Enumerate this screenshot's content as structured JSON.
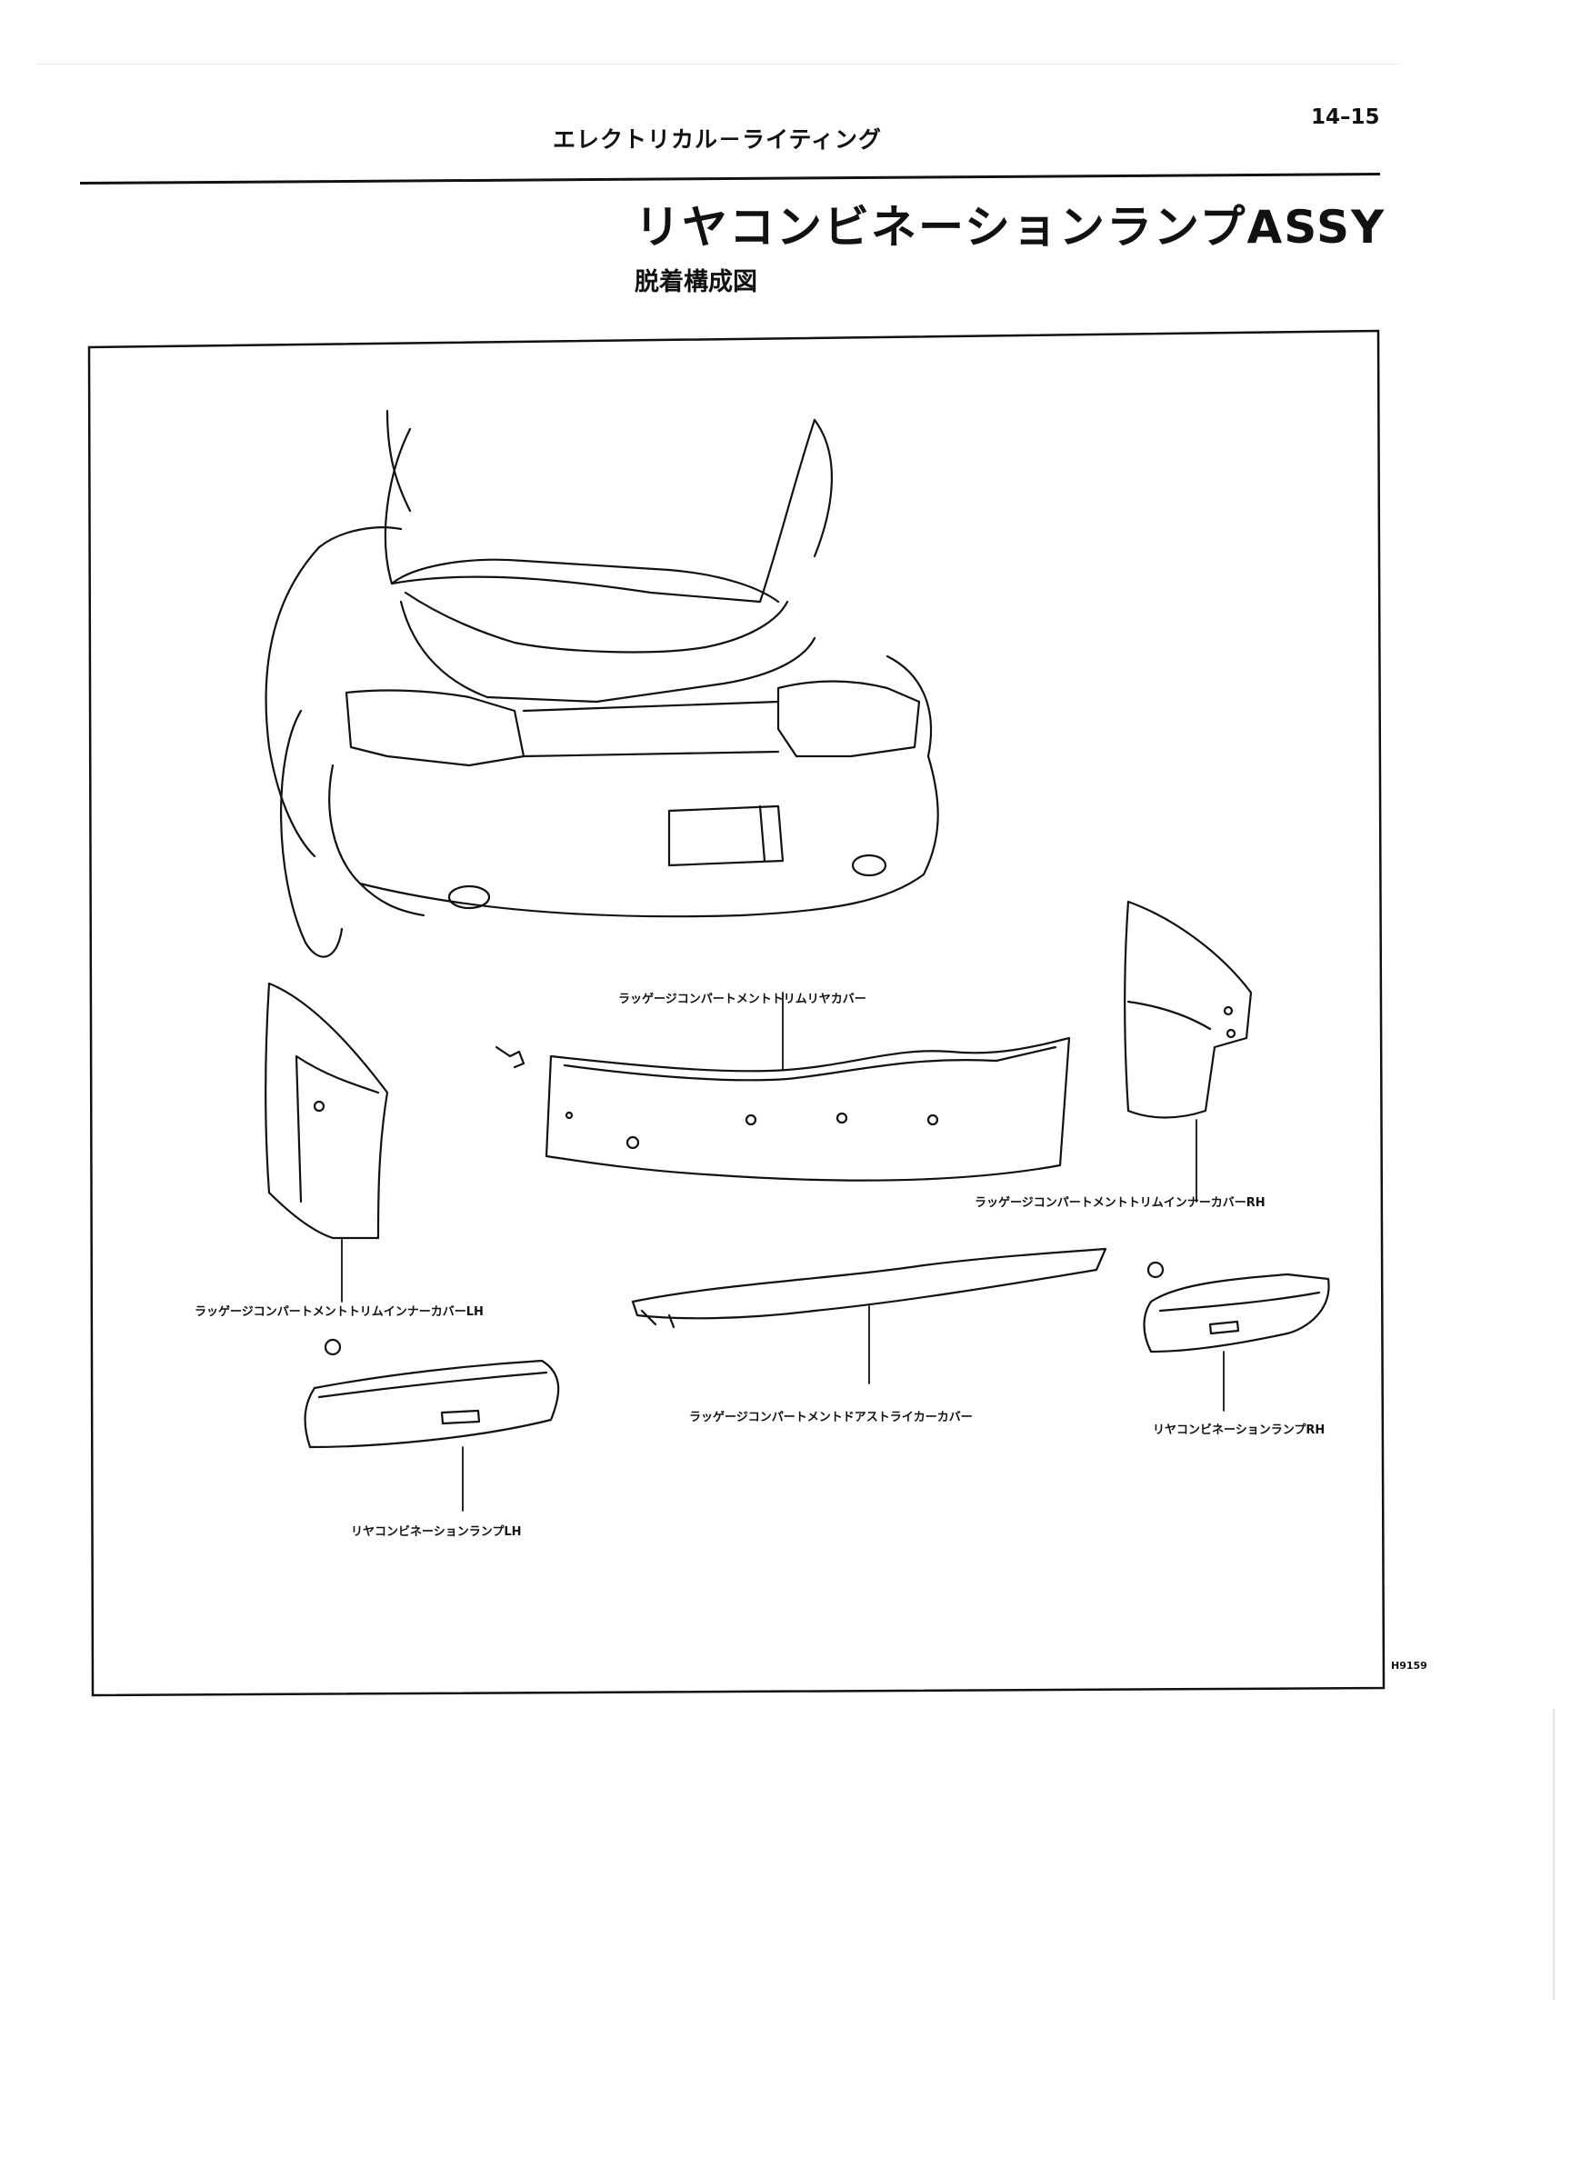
{
  "header": {
    "section": "エレクトリカル－ライティング",
    "page_number": "14–15"
  },
  "title": "リヤコンビネーションランプASSY",
  "subtitle": "脱着構成図",
  "diagram": {
    "figure_code": "H9159",
    "parts": {
      "rear_cover": "ラッゲージコンパートメントトリムリヤカバー",
      "inner_cover_rh": "ラッゲージコンパートメントトリムインナーカバーRH",
      "inner_cover_lh": "ラッゲージコンパートメントトリムインナーカバーLH",
      "striker_cover": "ラッゲージコンパートメントドアストライカーカバー",
      "lamp_rh": "リヤコンビネーションランプRH",
      "lamp_lh": "リヤコンビネーションランプLH"
    }
  }
}
